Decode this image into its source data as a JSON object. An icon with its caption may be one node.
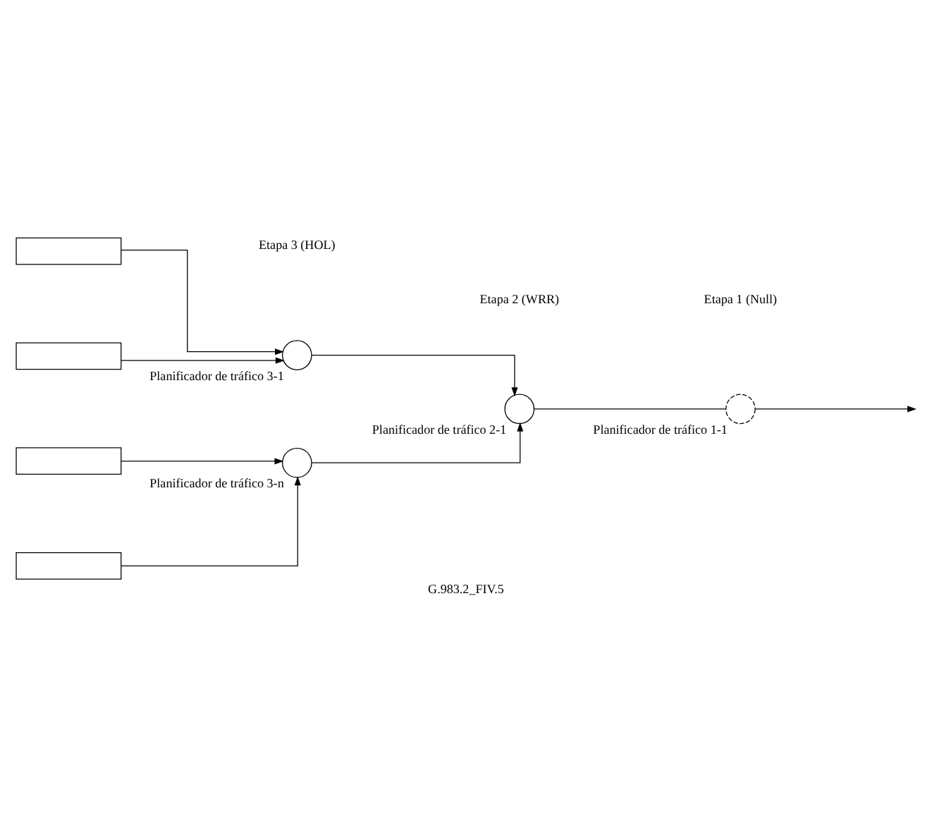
{
  "diagram": {
    "caption": "G.983.2_FIV.5",
    "nodes": [
      {
        "text": [],
        "shape": "box"
      },
      {
        "text": [],
        "shape": "box"
      },
      {
        "text": [],
        "shape": "box"
      },
      {
        "text": [],
        "shape": "box"
      },
      {
        "text": [],
        "shape": "circle",
        "beside": [
          "Planificador de tráfico 3-1"
        ]
      },
      {
        "text": [],
        "shape": "circle",
        "beside": [
          "Planificador de tráfico 3-n"
        ]
      },
      {
        "text": [],
        "shape": "circle",
        "beside": [
          "Planificador de tráfico 2-1"
        ]
      },
      {
        "text": [],
        "shape": "circle",
        "beside": [
          "Planificador de tráfico 1-1"
        ]
      }
    ],
    "edges": [
      {
        "from": 0,
        "to": 4,
        "arrow": "to"
      },
      {
        "from": 1,
        "to": 4,
        "arrow": "to"
      },
      {
        "from": 2,
        "to": 5,
        "arrow": "to"
      },
      {
        "from": 3,
        "to": 5,
        "arrow": "to"
      },
      {
        "from": 4,
        "to": 6,
        "arrow": "to"
      },
      {
        "from": 5,
        "to": 6,
        "arrow": "to"
      },
      {
        "from": 6,
        "to": 7,
        "arrow": "none"
      },
      {
        "from": 7,
        "to": null,
        "arrow": "to"
      }
    ],
    "labels": [
      "Etapa 3 (HOL)",
      "Etapa 2 (WRR)",
      "Etapa 1 (Null)"
    ]
  }
}
